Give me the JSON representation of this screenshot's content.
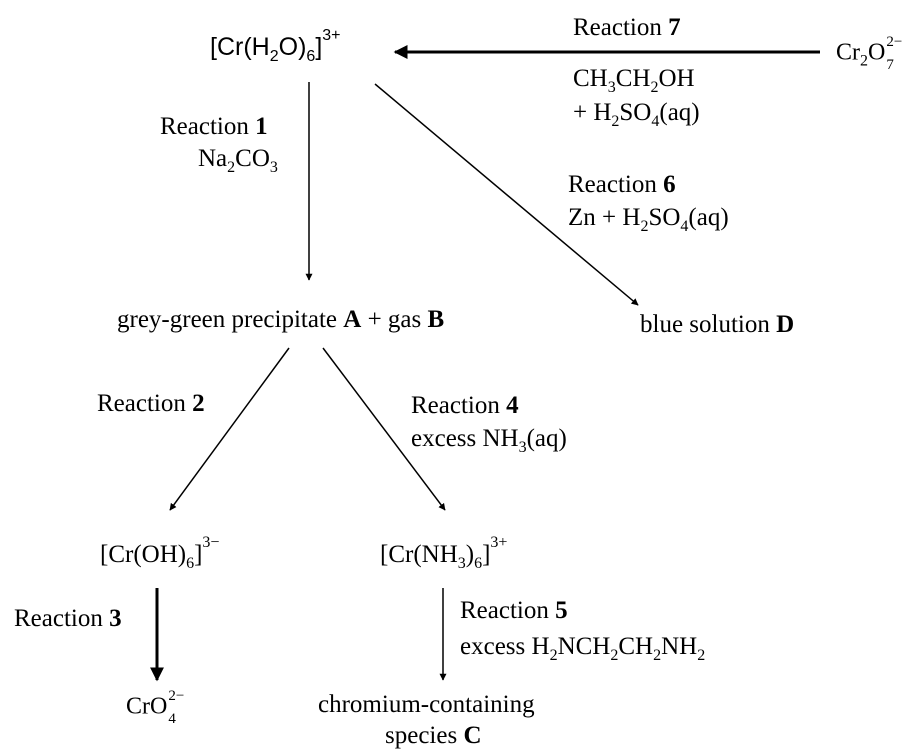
{
  "species": {
    "cr_aqua": {
      "open": "[Cr(H",
      "h_sub": "2",
      "mid": "O)",
      "n_sub": "6",
      "close": "]",
      "charge": "3+"
    },
    "dichromate": {
      "base": "Cr",
      "sub1": "2",
      "o": "O",
      "sub2": "7",
      "charge": "2−"
    },
    "precipitate": {
      "text": "grey-green precipitate ",
      "a": "A",
      "plus": " + gas ",
      "b": "B"
    },
    "blue_solution": {
      "text": "blue solution ",
      "d": "D"
    },
    "hydroxo": {
      "open": "[Cr(OH)",
      "n_sub": "6",
      "close": "]",
      "charge": "3−"
    },
    "ammine": {
      "open": "[Cr(NH",
      "nh_sub": "3",
      "close_par": ")",
      "n_sub": "6",
      "close": "]",
      "charge": "3+"
    },
    "chromate": {
      "base": "CrO",
      "charge": "2−",
      "sub": "4"
    },
    "species_c": {
      "line1": "chromium-containing",
      "line2": "species ",
      "c": "C"
    }
  },
  "reactions": {
    "r1": {
      "word": "Reaction ",
      "num": "1",
      "reagent": {
        "na": "Na",
        "s1": "2",
        "co": "CO",
        "s2": "3"
      }
    },
    "r2": {
      "word": "Reaction ",
      "num": "2"
    },
    "r3": {
      "word": "Reaction ",
      "num": "3"
    },
    "r4": {
      "word": "Reaction ",
      "num": "4",
      "reagent": {
        "pre": "excess NH",
        "s": "3",
        "post": "(aq)"
      }
    },
    "r5": {
      "word": "Reaction ",
      "num": "5",
      "reagent": {
        "pre": "excess H",
        "s1": "2",
        "n": "NCH",
        "s2": "2",
        "ch": "CH",
        "s3": "2",
        "nh": "NH",
        "s4": "2"
      }
    },
    "r6": {
      "word": "Reaction ",
      "num": "6",
      "reagent": {
        "zn": "Zn + H",
        "s1": "2",
        "so": "SO",
        "s2": "4",
        "aq": "(aq)"
      }
    },
    "r7": {
      "word": "Reaction ",
      "num": "7",
      "reagent1": {
        "ch": "CH",
        "s1": "3",
        "c2": "CH",
        "s2": "2",
        "oh": "OH"
      },
      "reagent2": {
        "plus": "+ H",
        "s1": "2",
        "so": "SO",
        "s2": "4",
        "aq": "(aq)"
      }
    }
  }
}
